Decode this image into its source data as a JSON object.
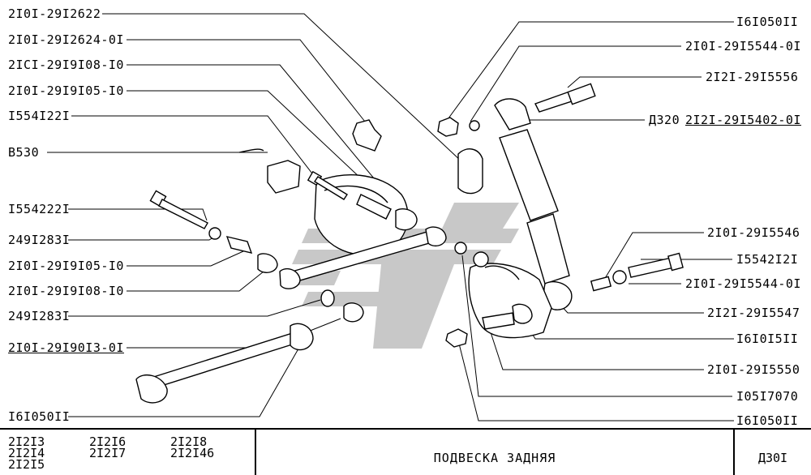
{
  "labels_left": [
    {
      "id": "l1",
      "text": "2I0I-29I2622",
      "underline": false
    },
    {
      "id": "l2",
      "text": "2I0I-29I2624-0I",
      "underline": false
    },
    {
      "id": "l3",
      "text": "2ICI-29I9I08-I0",
      "underline": false
    },
    {
      "id": "l4",
      "text": "2I0I-29I9I05-I0",
      "underline": false
    },
    {
      "id": "l5",
      "text": "I554I22I",
      "underline": false
    },
    {
      "id": "l6",
      "text": "B530",
      "underline": false
    },
    {
      "id": "l7",
      "text": "I554222I",
      "underline": false
    },
    {
      "id": "l8",
      "text": "249I283I",
      "underline": false
    },
    {
      "id": "l9",
      "text": "2I0I-29I9I05-I0",
      "underline": false
    },
    {
      "id": "l10",
      "text": "2I0I-29I9I08-I0",
      "underline": false
    },
    {
      "id": "l11",
      "text": "249I283I",
      "underline": false
    },
    {
      "id": "l12",
      "text": "2I0I-29I90I3-0I",
      "underline": true
    },
    {
      "id": "l13",
      "text": "I6I050II",
      "underline": false
    }
  ],
  "labels_right": [
    {
      "id": "r1",
      "text": "I6I050II",
      "underline": false
    },
    {
      "id": "r2",
      "text": "2I0I-29I5544-0I",
      "underline": false
    },
    {
      "id": "r3",
      "text": "2I2I-29I5556",
      "underline": false
    },
    {
      "id": "r4a",
      "text": "Д320",
      "underline": false
    },
    {
      "id": "r4b",
      "text": "2I2I-29I5402-0I",
      "underline": true
    },
    {
      "id": "r5",
      "text": "2I0I-29I5546",
      "underline": false
    },
    {
      "id": "r6",
      "text": "I5542I2I",
      "underline": false
    },
    {
      "id": "r7",
      "text": "2I0I-29I5544-0I",
      "underline": false
    },
    {
      "id": "r8",
      "text": "2I2I-29I5547",
      "underline": false
    },
    {
      "id": "r9",
      "text": "I6I0I5II",
      "underline": false
    },
    {
      "id": "r10",
      "text": "2I0I-29I5550",
      "underline": false
    },
    {
      "id": "r11",
      "text": "I05I7070",
      "underline": false
    },
    {
      "id": "r12",
      "text": "I6I050II",
      "underline": false
    }
  ],
  "title_block": {
    "models_col1": [
      "2I2I3",
      "2I2I4",
      "2I2I5"
    ],
    "models_col2": [
      "2I2I6",
      "2I2I7"
    ],
    "models_col3": [
      "2I2I8",
      "2I2I46"
    ],
    "title": "ПОДВЕСКА  ЗАДНЯЯ",
    "sheet": "Д30I"
  },
  "colors": {
    "ink": "#000000",
    "watermark": "#c4c4c4",
    "paper": "#ffffff"
  }
}
